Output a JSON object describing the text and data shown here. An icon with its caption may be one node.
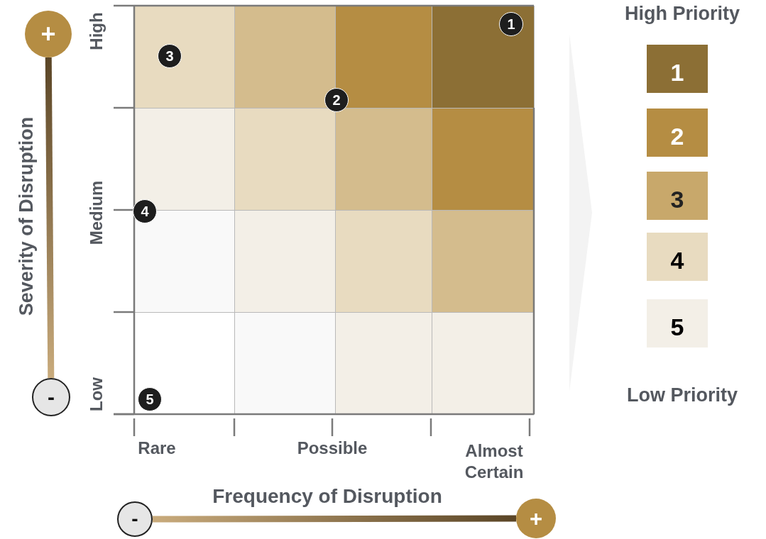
{
  "diagram": {
    "nodes": [
      {
        "text": [
          "+"
        ]
      },
      {
        "text": [
          "1"
        ]
      },
      {
        "text": [
          "3"
        ]
      },
      {
        "text": [
          "2"
        ]
      },
      {
        "text": [
          "4"
        ]
      },
      {
        "text": [
          "-"
        ]
      },
      {
        "text": [
          "5"
        ]
      },
      {
        "text": [
          "-"
        ]
      },
      {
        "text": [
          "+"
        ]
      },
      {
        "text": [
          "1"
        ]
      },
      {
        "text": [
          "2"
        ]
      },
      {
        "text": [
          "3"
        ]
      },
      {
        "text": [
          "4"
        ]
      },
      {
        "text": [
          "5"
        ]
      }
    ],
    "edges": [
      {
        "from": 0,
        "to": 5,
        "arrow": "none"
      },
      {
        "from": 7,
        "to": 8,
        "arrow": "none"
      }
    ],
    "labels": [
      "High",
      "Medium",
      "Low",
      "Severity of Disruption",
      "Rare",
      "Possible",
      "Almost Certain",
      "Frequency of Disruption",
      "High Priority",
      "Low Priority"
    ]
  }
}
